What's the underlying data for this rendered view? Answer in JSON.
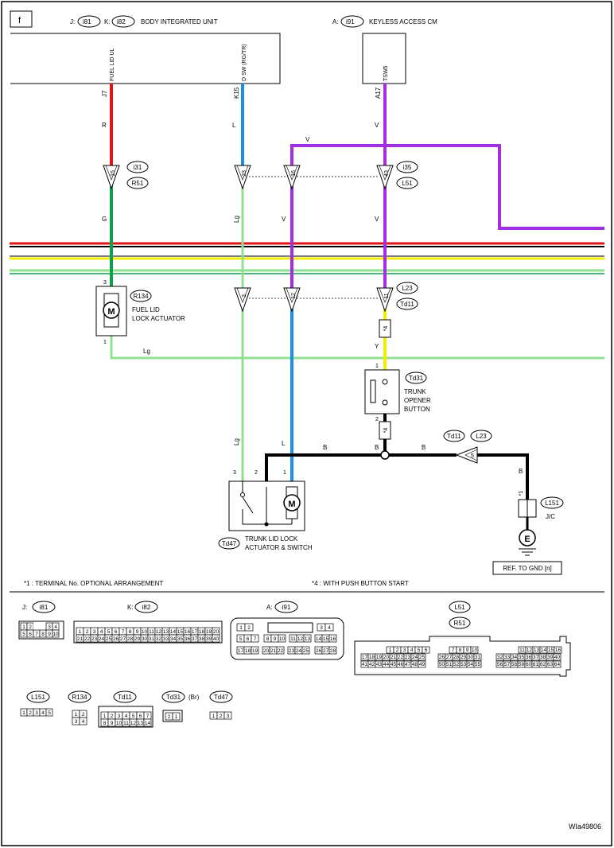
{
  "frame_label": "f",
  "header": {
    "biu_j": "J:",
    "biu_i81": "i81",
    "biu_k": "K:",
    "biu_i82": "i82",
    "biu_title": "BODY INTEGRATED UNIT",
    "kacm_a": "A:",
    "kacm_i91": "i91",
    "kacm_title": "KEYLESS ACCESS CM"
  },
  "pins": {
    "fuel_lid_ul": "FUEL LID UL",
    "dsw": "D SW (RG/TR)",
    "tsw5": "TSW5",
    "j7": "J7",
    "k15": "K15",
    "a17": "A17"
  },
  "colors_wire": {
    "R": "R",
    "L": "L",
    "V": "V",
    "G": "G",
    "Lg": "Lg",
    "Y": "Y",
    "B": "B"
  },
  "connectors": {
    "i31": "i31",
    "r51": "R51",
    "i35": "i35",
    "l51": "L51",
    "l23": "L23",
    "td11": "Td11",
    "r134": "R134",
    "td31": "Td31",
    "td47": "Td47",
    "l151": "L151"
  },
  "pin_numbers": {
    "p15": "15",
    "p23": "23",
    "p16": "16",
    "p43": "43",
    "p3": "3",
    "p12": "12",
    "p11": "11",
    "p1": "1",
    "p2": "2",
    "p5": "5"
  },
  "components": {
    "fuel_lid_1": "FUEL LID",
    "fuel_lid_2": "LOCK ACTUATOR",
    "trunk_btn_1": "TRUNK",
    "trunk_btn_2": "OPENER",
    "trunk_btn_3": "BUTTON",
    "trunk_lid_1": "TRUNK LID LOCK",
    "trunk_lid_2": "ACTUATOR & SWITCH",
    "motor": "M",
    "ground": "E",
    "jc": "J/C",
    "star4": "*4",
    "star1": "*1",
    "ref_gnd": "REF. TO GND [n]"
  },
  "notes": {
    "n1": "*1 : TERMINAL No. OPTIONAL ARRANGEMENT",
    "n4": "*4 : WITH PUSH BUTTON START"
  },
  "connector_views": {
    "j_label": "J:",
    "i81": "i81",
    "i81_row1": [
      "1",
      "2",
      "",
      "",
      "3",
      "4"
    ],
    "i81_row2": [
      "5",
      "6",
      "7",
      "8",
      "9",
      "10"
    ],
    "k_label": "K:",
    "i82": "i82",
    "i82_row1": [
      "1",
      "2",
      "3",
      "4",
      "5",
      "6",
      "7",
      "8",
      "9",
      "10",
      "11",
      "12",
      "13",
      "14",
      "15",
      "16",
      "17",
      "18",
      "19",
      "20"
    ],
    "i82_row2": [
      "21",
      "22",
      "23",
      "24",
      "25",
      "26",
      "27",
      "28",
      "29",
      "30",
      "31",
      "32",
      "33",
      "34",
      "35",
      "36",
      "37",
      "38",
      "39",
      "40"
    ],
    "a_label": "A:",
    "i91": "i91",
    "i91_row1": [
      "1",
      "2",
      "3",
      "4"
    ],
    "i91_row2": [
      "5",
      "6",
      "7",
      "8",
      "9",
      "10",
      "11",
      "12",
      "13",
      "14",
      "15",
      "16"
    ],
    "i91_row3": [
      "17",
      "18",
      "19",
      "20",
      "21",
      "22",
      "23",
      "24",
      "25",
      "26",
      "27",
      "28"
    ],
    "l51": "L51",
    "r51": "R51",
    "l51_row1a": [
      "1",
      "2",
      "3",
      "4",
      "5",
      "6"
    ],
    "l51_row1b": [
      "7",
      "8",
      "9",
      "10"
    ],
    "l51_row1c": [
      "11",
      "12",
      "13",
      "14",
      "15",
      "16"
    ],
    "l51_row2a": [
      "17",
      "18",
      "19",
      "20",
      "21",
      "22",
      "23",
      "24",
      "25"
    ],
    "l51_row2b": [
      "26",
      "27",
      "28",
      "29",
      "30",
      "31"
    ],
    "l51_row2c": [
      "32",
      "33",
      "34",
      "35",
      "36",
      "37",
      "38",
      "39",
      "40"
    ],
    "l51_row3a": [
      "41",
      "42",
      "43",
      "44",
      "45",
      "46",
      "47",
      "48",
      "49"
    ],
    "l51_row3b": [
      "50",
      "51",
      "52",
      "53",
      "54",
      "55"
    ],
    "l51_row3c": [
      "56",
      "57",
      "58",
      "59",
      "60",
      "61",
      "62",
      "63",
      "64"
    ],
    "l151": "L151",
    "l151_pins": [
      "1",
      "2",
      "3",
      "4",
      "5"
    ],
    "r134": "R134",
    "r134_row1": [
      "1",
      "2"
    ],
    "r134_row2": [
      "3",
      "4"
    ],
    "td11": "Td11",
    "td11_row1": [
      "1",
      "2",
      "3",
      "4",
      "5",
      "6",
      "7"
    ],
    "td11_row2": [
      "8",
      "9",
      "10",
      "11",
      "12",
      "13",
      "14"
    ],
    "td31": "Td31",
    "td31_br": "(Br)",
    "td31_pins": [
      "2",
      "1"
    ],
    "td47": "Td47",
    "td47_pins": [
      "1",
      "2",
      "3"
    ]
  },
  "doc_id": "WIa49806",
  "wire_colors_hex": {
    "red": "#e01515",
    "blue": "#1e8fe6",
    "violet": "#a22ee0",
    "green": "#0da04a",
    "lightgreen": "#8fe08f",
    "yellow": "#f2ee00",
    "black": "#000000"
  }
}
